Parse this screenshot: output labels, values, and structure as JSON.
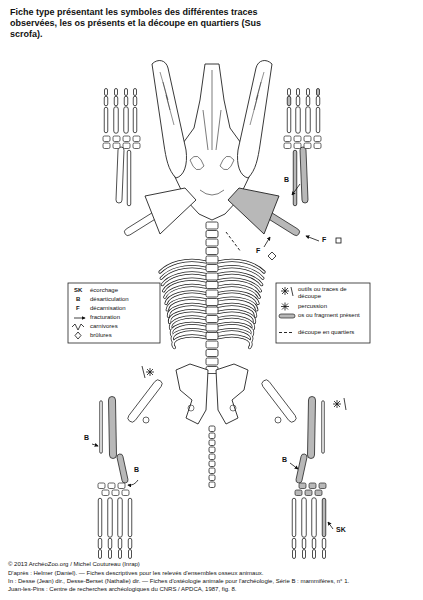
{
  "diagram": {
    "title": "Fiche type présentant les symboles des différentes traces observées, les os présents et la découpe en quartiers (Sus scrofa).",
    "labels": [
      "SK",
      "B",
      "F",
      "B",
      "F",
      "F",
      "B",
      "B",
      "B",
      "SK",
      "© 2013 ArchéoZoo.org / Michel Coutureau (Inrap)",
      "D'après : Helmer (Daniel). — Fiches descriptives pour les relevés d'ensembles osseux animaux.",
      "In : Desse (Jean) dir., Desse-Berset (Nathalie) dir. — Fiches d'ostéologie animale pour l'archéologie, Série B : mammifères, n° 1.",
      "Juan-les-Pins : Centre de recherches archéologiques du CNRS / APDCA, 1987, fig. 8."
    ],
    "legend": [
      {
        "text": "écorchage"
      },
      {
        "text": "désarticulation"
      },
      {
        "text": "décarnisation"
      },
      {
        "text": "fracturation"
      },
      {
        "text": "carnivores"
      },
      {
        "text": "brûlures"
      },
      {
        "text": "outils ou traces de découpe"
      },
      {
        "text": "percussion"
      },
      {
        "text": "os ou fragment présent"
      },
      {
        "text": "découpe en quartiers"
      }
    ]
  }
}
